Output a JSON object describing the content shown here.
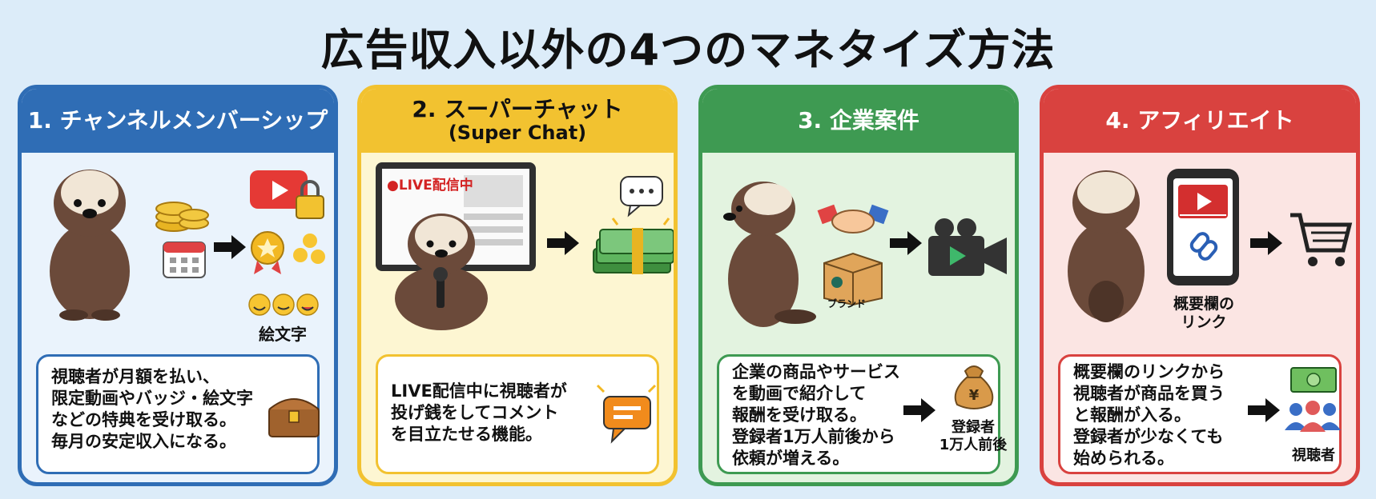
{
  "title": "広告収入以外の4つのマネタイズ方法",
  "colors": {
    "blue": "#2f6db5",
    "yellow": "#f2c230",
    "green": "#3e9a52",
    "red": "#d9423f"
  },
  "cards": [
    {
      "heading": "1. チャンネルメンバーシップ",
      "icon_label": "絵文字",
      "description": "視聴者が月額を払い、\n限定動画やバッジ・絵文字\nなどの特典を受け取る。\n毎月の安定収入になる。"
    },
    {
      "heading": "2. スーパーチャット",
      "heading_sub": "(Super Chat)",
      "screen_tag": "●LIVE配信中",
      "description": "LIVE配信中に視聴者が\n投げ銭をしてコメント\nを目立たせる機能。"
    },
    {
      "heading": "3. 企業案件",
      "box_label": "ブランド",
      "icon_label": "登録者\n1万人前後",
      "description": "企業の商品やサービス\nを動画で紹介して\n報酬を受け取る。\n登録者1万人前後から\n依頼が増える。"
    },
    {
      "heading": "4. アフィリエイト",
      "phone_label": "概要欄の\nリンク",
      "icon_label": "視聴者",
      "description": "概要欄のリンクから\n視聴者が商品を買う\nと報酬が入る。\n登録者が少なくても\n始められる。"
    }
  ]
}
